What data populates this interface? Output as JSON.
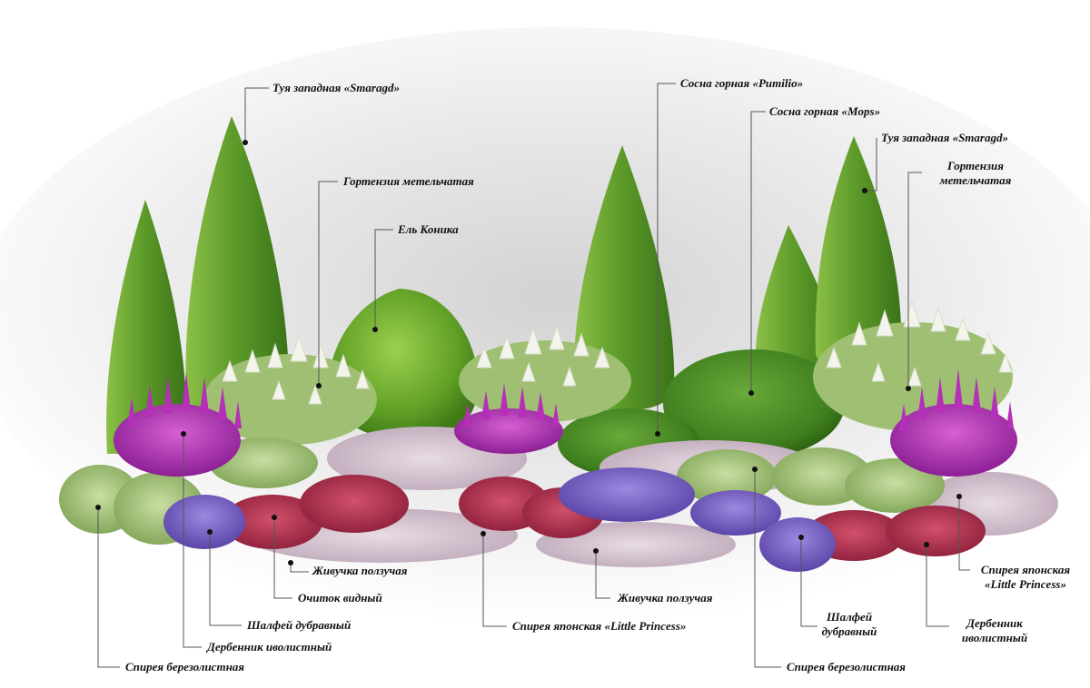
{
  "labels": {
    "thuja_left": "Туя западная «Smaragd»",
    "hydrangea_left": "Гортензия метельчатая",
    "spruce_konica": "Ель Коника",
    "pine_pumilio": "Сосна горная «Pumilio»",
    "pine_mops": "Сосна горная «Mops»",
    "thuja_right": "Туя западная «Smaragd»",
    "hydrangea_right": "Гортензия метельчатая",
    "ajuga_left": "Живучка ползучая",
    "sedum": "Очиток видный",
    "salvia_left": "Шалфей дубравный",
    "lythrum_left": "Дербенник иволистный",
    "spiraea_birch_left": "Спирея березолистная",
    "spiraea_japan_center": "Спирея японская «Little Princess»",
    "ajuga_right": "Живучка ползучая",
    "salvia_right": "Шалфей дубравный",
    "spiraea_birch_right": "Спирея березолистная",
    "lythrum_right": "Дербенник иволистный",
    "spiraea_japan_right": "Спирея японская «Little Princess»"
  },
  "colors": {
    "background": "#ffffff",
    "text": "#111111",
    "leader_line": "#555555",
    "conifer_dark": "#3f7f1e",
    "conifer_light": "#7fb43a",
    "hydrangea": "#f3f5ec",
    "purple_spikes": "#b52fb8",
    "sedum_red": "#b0304f",
    "lavender": "#7b63c8",
    "ground_pink": "#d9c4cf"
  }
}
